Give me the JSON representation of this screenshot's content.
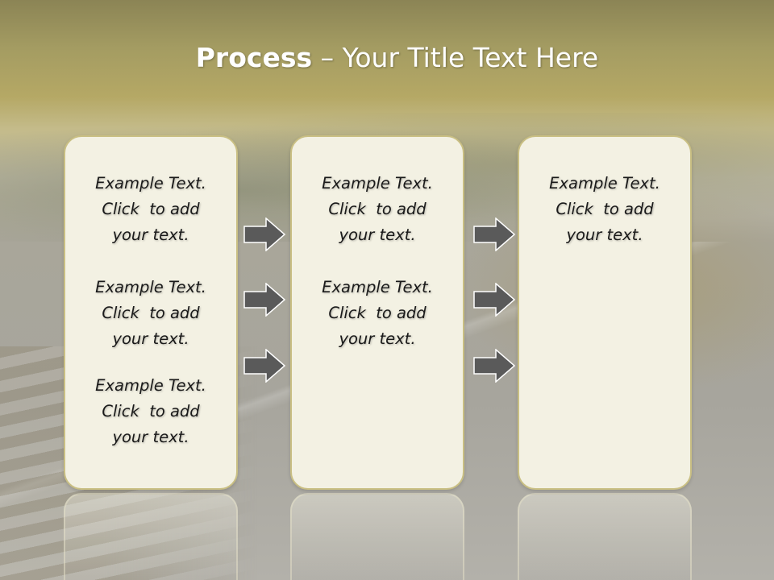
{
  "slide": {
    "title_bold": "Process",
    "title_rest": " – Your Title Text Here"
  },
  "columns": [
    {
      "blocks": [
        {
          "line1": "Example Text.",
          "line2": "Click  to add",
          "line3": "your text."
        },
        {
          "line1": "Example Text.",
          "line2": "Click  to add",
          "line3": "your text."
        },
        {
          "line1": "Example Text.",
          "line2": "Click  to add",
          "line3": "your text."
        }
      ]
    },
    {
      "blocks": [
        {
          "line1": "Example Text.",
          "line2": "Click  to add",
          "line3": "your text."
        },
        {
          "line1": "Example Text.",
          "line2": "Click  to add",
          "line3": "your text."
        }
      ]
    },
    {
      "blocks": [
        {
          "line1": "Example Text.",
          "line2": "Click  to add",
          "line3": "your text."
        }
      ]
    }
  ],
  "colors": {
    "panel_fill": "#f3f1e3",
    "panel_border": "#c9bf83",
    "arrow_fill": "#5a5a5a",
    "title_band": "#a49c62",
    "title_text": "#ffffff"
  },
  "icons": {
    "arrow": "right-arrow-icon"
  }
}
